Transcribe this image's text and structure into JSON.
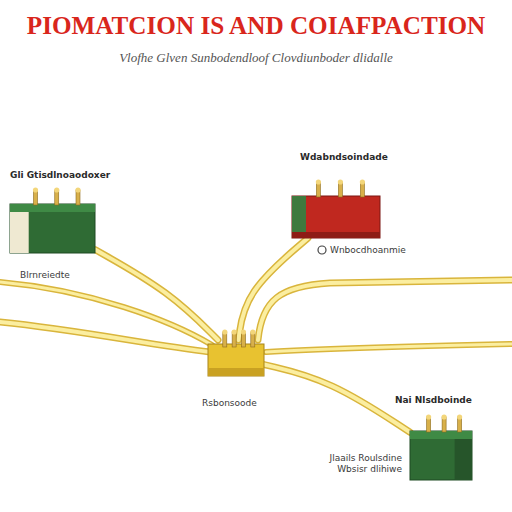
{
  "diagram": {
    "title": "PIOMATCION IS AND COIAFPACTION",
    "caption": "Vlofhe Glven Sunbodendloof Clovdiunboder dlidalle",
    "nodes": [
      {
        "text": [
          "Gli Gtisdlnoaodoxer",
          "Blrnreiedte"
        ]
      },
      {
        "text": [
          "Wdabndsoindade",
          "Wnbocdhoanmie"
        ]
      },
      {
        "text": [
          "Rsbonsoode"
        ]
      },
      {
        "text": [
          "Nai Nlsdboinde",
          "Jlaails Roulsdine Wbsisr dlihiwe"
        ]
      }
    ],
    "edges": [
      {
        "from": 2,
        "to": 0,
        "arrow": "none"
      },
      {
        "from": 2,
        "to": 1,
        "arrow": "none"
      },
      {
        "from": 2,
        "to": 3,
        "arrow": "none"
      }
    ]
  }
}
